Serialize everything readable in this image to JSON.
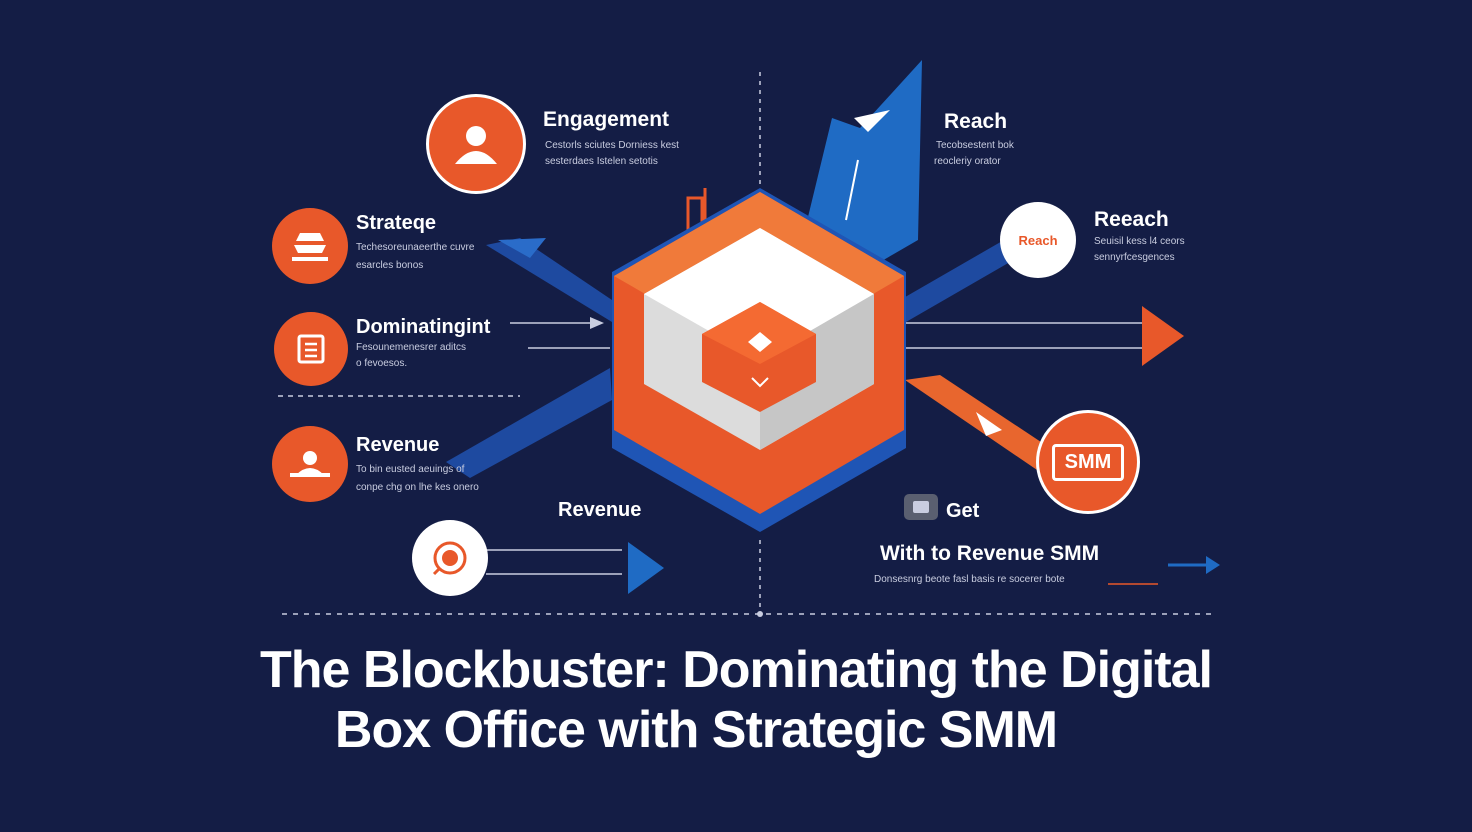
{
  "title": {
    "line1": "The Blockbuster: Dominating the Digital",
    "line2": "Box Office with Strategic SMM"
  },
  "left_items": [
    {
      "label": "Engagement",
      "sub1": "Cestorls sciutes Dorniess kest",
      "sub2": "sesterdaes Istelen setotis",
      "icon": "user-icon"
    },
    {
      "label": "Strateqe",
      "sub1": "Techesoreunaeerthe cuvre",
      "sub2": "esarcles bonos",
      "icon": "layers-icon"
    },
    {
      "label": "Dominatingint",
      "sub1": "Fesounemenesrer aditcs",
      "sub2": "o fevoesos.",
      "icon": "document-icon"
    },
    {
      "label": "Revenue",
      "sub1": "To bin eusted aeuings of",
      "sub2": "conpe chg on lhe kes onero",
      "icon": "people-icon"
    }
  ],
  "right_items": [
    {
      "label": "Reach",
      "sub1": "Tecobsestent bok",
      "sub2": "reocleriy orator"
    },
    {
      "label": "Reeach",
      "sub1": "Seuisil kess l4 ceors",
      "sub2": "sennyrfcesgences",
      "badge": "Reach"
    }
  ],
  "bottom_left": {
    "label": "Revenue",
    "icon": "target-icon"
  },
  "bottom_right": {
    "get_label": "Get",
    "headline": "With to Revenue SMM",
    "sub": "Donsesnrg beote fasl basis re socerer bote",
    "badge": "SMM"
  },
  "colors": {
    "background": "#141d45",
    "orange": "#e8582a",
    "blue": "#1e5fb8",
    "white": "#ffffff"
  }
}
